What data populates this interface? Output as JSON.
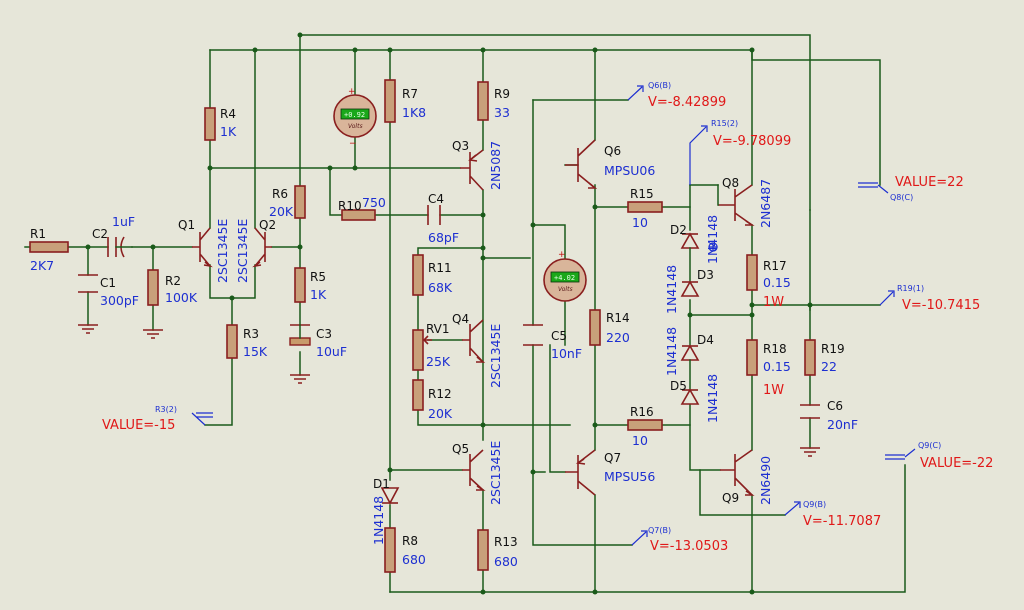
{
  "resistors": {
    "R1": {
      "name": "R1",
      "value": "2K7"
    },
    "R2": {
      "name": "R2",
      "value": "100K"
    },
    "R3": {
      "name": "R3",
      "value": "15K"
    },
    "R4": {
      "name": "R4",
      "value": "1K"
    },
    "R5": {
      "name": "R5",
      "value": "1K"
    },
    "R6": {
      "name": "R6",
      "value": "20K"
    },
    "R7": {
      "name": "R7",
      "value": "1K8"
    },
    "R8": {
      "name": "R8",
      "value": "680"
    },
    "R9": {
      "name": "R9",
      "value": "33"
    },
    "R10": {
      "name": "R10",
      "value": "750"
    },
    "R11": {
      "name": "R11",
      "value": "68K"
    },
    "R12": {
      "name": "R12",
      "value": "20K"
    },
    "R13": {
      "name": "R13",
      "value": "680"
    },
    "R14": {
      "name": "R14",
      "value": "220"
    },
    "R15": {
      "name": "R15",
      "value": "10"
    },
    "R16": {
      "name": "R16",
      "value": "10"
    },
    "R17": {
      "name": "R17",
      "value": "0.15",
      "value2": "1W"
    },
    "R18": {
      "name": "R18",
      "value": "0.15",
      "value2": "1W"
    },
    "R19": {
      "name": "R19",
      "value": "22"
    },
    "RV1": {
      "name": "RV1",
      "value": "25K"
    }
  },
  "capacitors": {
    "C1": {
      "name": "C1",
      "value": "300pF"
    },
    "C2": {
      "name": "C2",
      "value": "1uF"
    },
    "C3": {
      "name": "C3",
      "value": "10uF"
    },
    "C4": {
      "name": "C4",
      "value": "68pF"
    },
    "C5": {
      "name": "C5",
      "value": "10nF"
    },
    "C6": {
      "name": "C6",
      "value": "20nF"
    }
  },
  "transistors": {
    "Q1": {
      "name": "Q1",
      "value": "2SC1345E"
    },
    "Q2": {
      "name": "Q2",
      "value": "2SC1345E"
    },
    "Q3": {
      "name": "Q3",
      "value": "2N5087"
    },
    "Q4": {
      "name": "Q4",
      "value": "2SC1345E"
    },
    "Q5": {
      "name": "Q5",
      "value": "2SC1345E"
    },
    "Q6": {
      "name": "Q6",
      "value": "MPSU06"
    },
    "Q7": {
      "name": "Q7",
      "value": "MPSU56"
    },
    "Q8": {
      "name": "Q8",
      "value": "2N6487"
    },
    "Q9": {
      "name": "Q9",
      "value": "2N6490"
    }
  },
  "diodes": {
    "D1": {
      "name": "D1",
      "value": "1N4148"
    },
    "D2": {
      "name": "D2",
      "value": "1N4148"
    },
    "D3": {
      "name": "D3",
      "value": "1N4148"
    },
    "D4": {
      "name": "D4",
      "value": "1N4148"
    },
    "D5": {
      "name": "D5",
      "value": "1N4148"
    }
  },
  "meters": {
    "m1": {
      "reading": "+0.92",
      "unit": "Volts"
    },
    "m2": {
      "reading": "+4.02",
      "unit": "Volts"
    }
  },
  "probes": {
    "q6b": {
      "tag": "Q6(B)",
      "reading": "V=-8.42899"
    },
    "r15": {
      "tag": "R15(2)",
      "reading": "V=-9.78099"
    },
    "q8c": {
      "tag": "Q8(C)",
      "reading": "VALUE=22"
    },
    "r19": {
      "tag": "R19(1)",
      "reading": "V=-10.7415"
    },
    "r3": {
      "tag": "R3(2)",
      "reading": "VALUE=-15"
    },
    "q9c": {
      "tag": "Q9(C)",
      "reading": "VALUE=-22"
    },
    "q9b": {
      "tag": "Q9(B)",
      "reading": "V=-11.7087"
    },
    "q7b": {
      "tag": "Q7(B)",
      "reading": "V=-13.0503"
    }
  },
  "colors": {
    "wire": "#1a5a1a",
    "component": "#8a1f1f",
    "value_text": "#1d2fd1",
    "probe_text": "#e01818",
    "background": "#e6e6d9"
  }
}
